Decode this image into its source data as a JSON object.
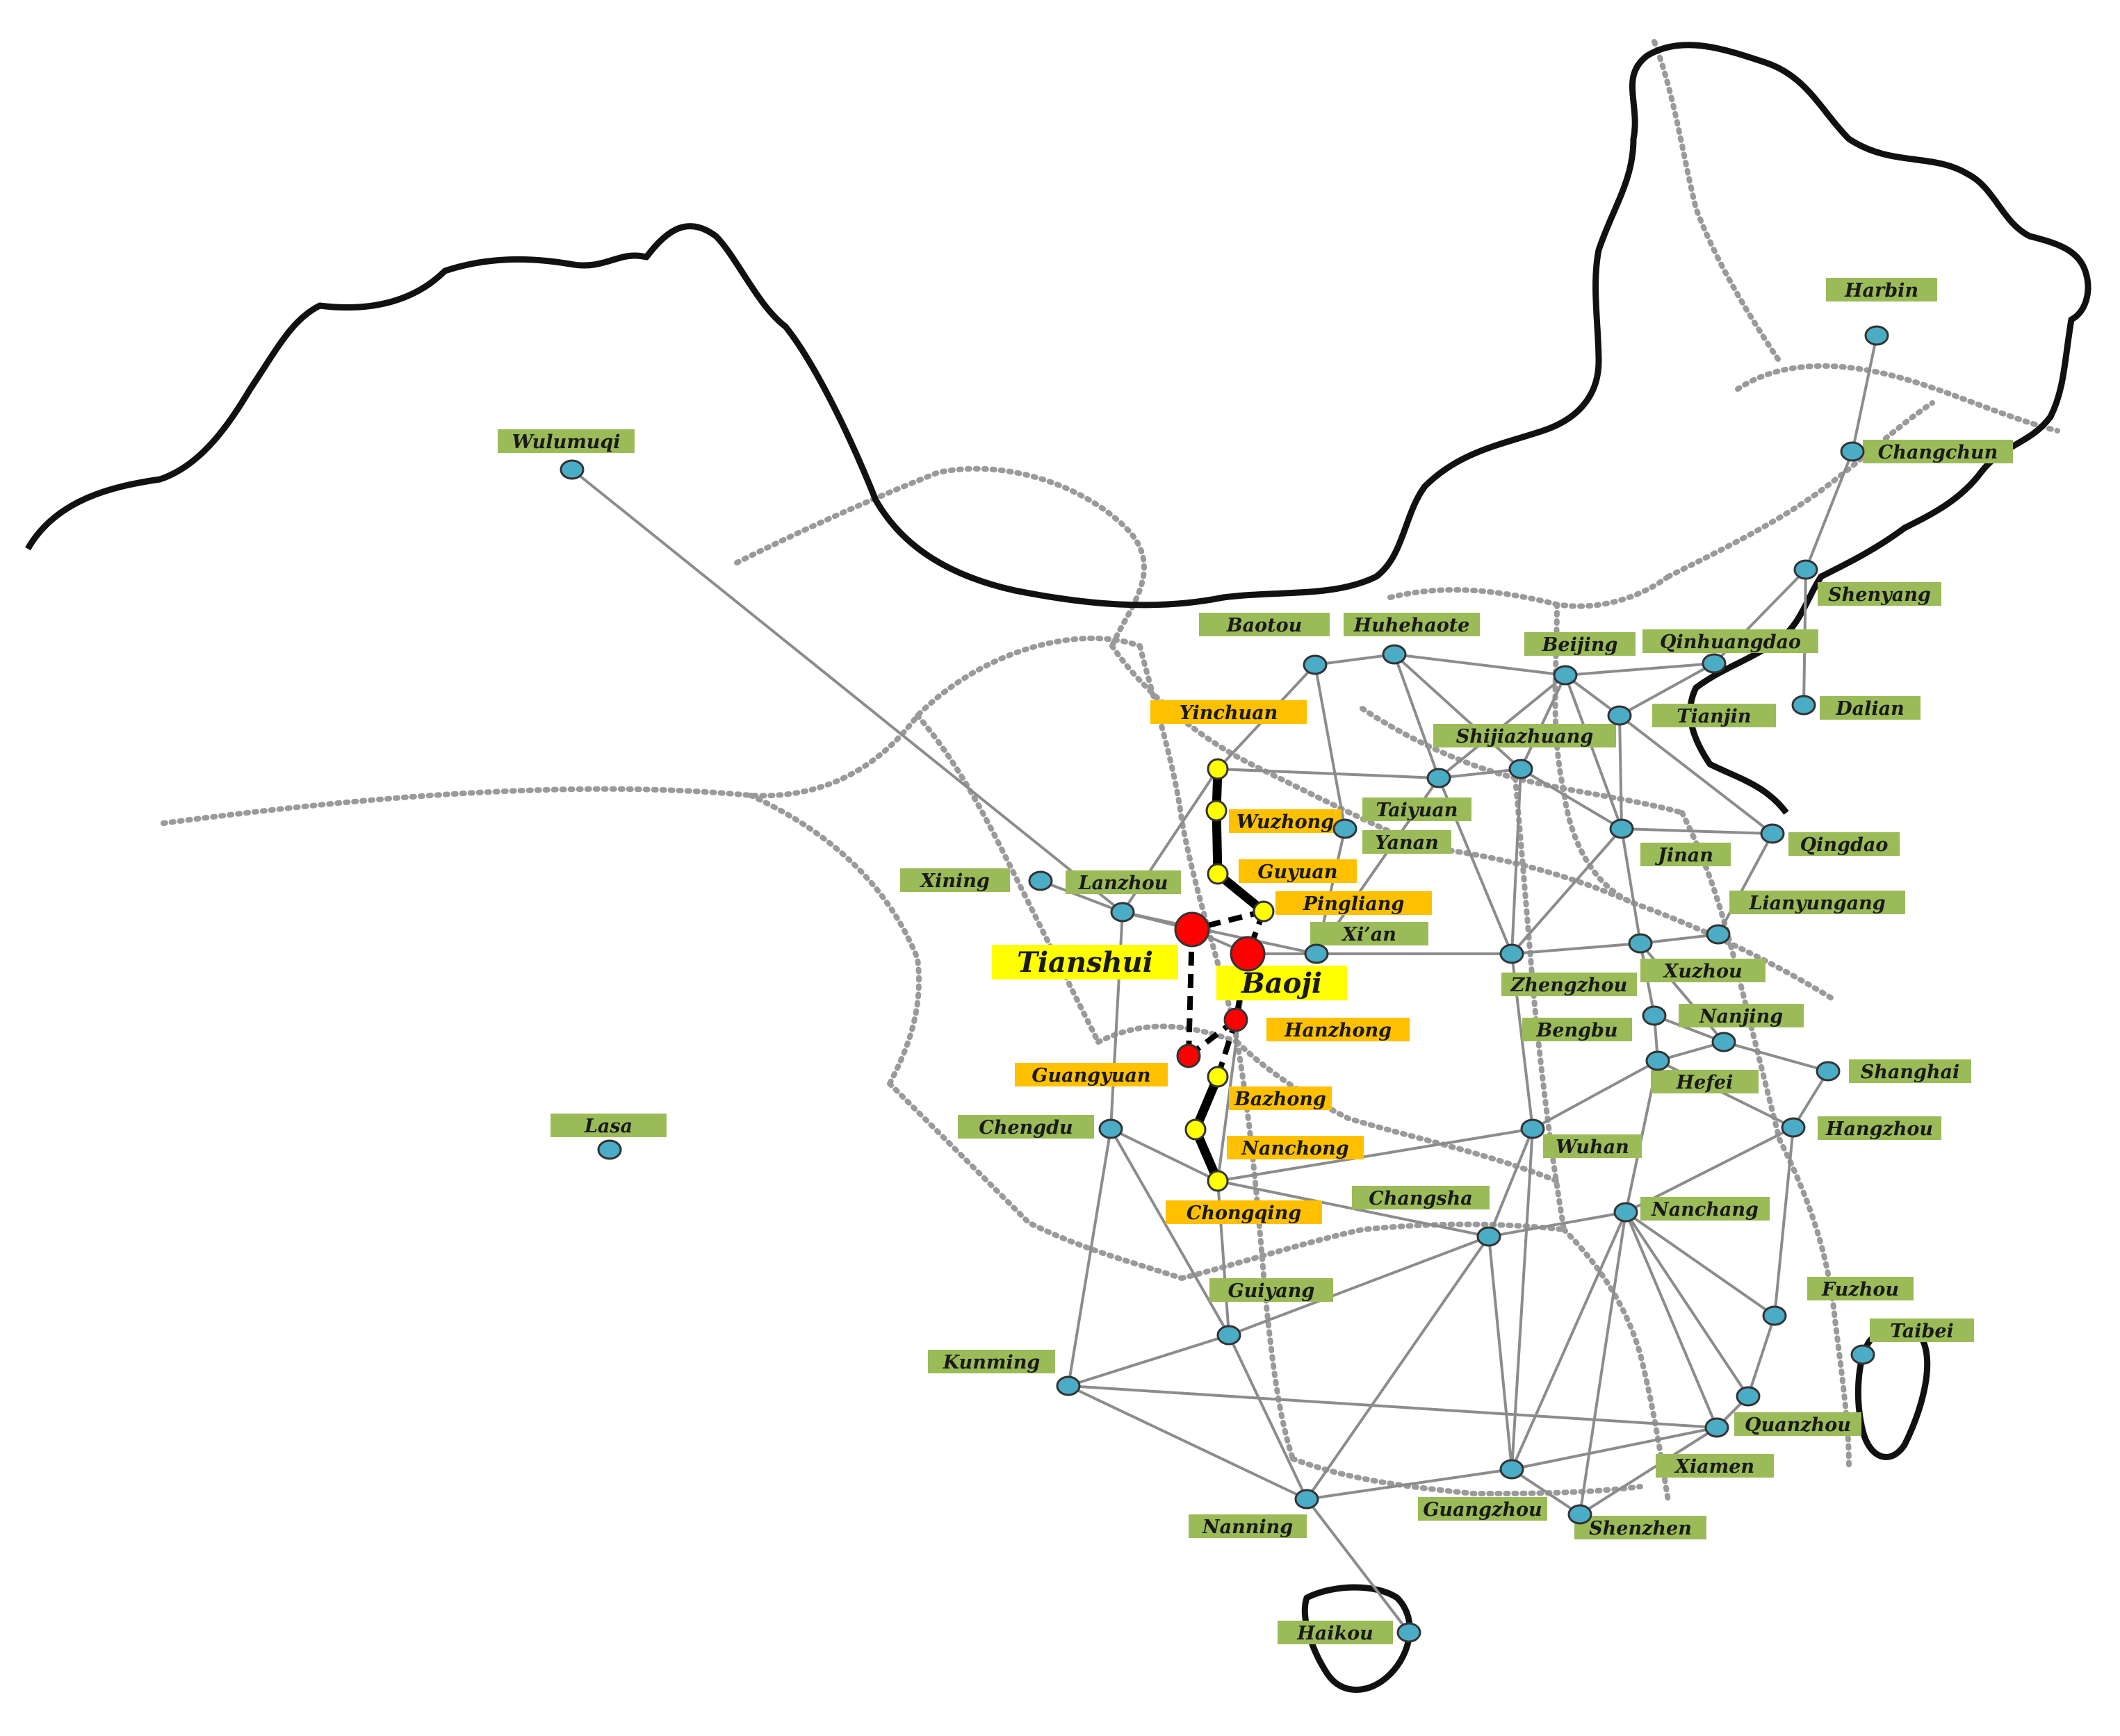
{
  "colors": {
    "city_label_bg": "#9bbb59",
    "highlight_label_bg": "#ffc000",
    "focus_label_bg": "#ffff00",
    "city_node": "#4bacc6",
    "highlight_node": "#ffff00",
    "focus_node": "#ff0000",
    "rail_line": "#8c8c8c",
    "border": "#111111",
    "province_border": "#9a9a9a"
  },
  "cities": [
    {
      "id": "harbin",
      "label": "Harbin",
      "kind": "city"
    },
    {
      "id": "changchun",
      "label": "Changchun",
      "kind": "city"
    },
    {
      "id": "shenyang",
      "label": "Shenyang",
      "kind": "city"
    },
    {
      "id": "dalian",
      "label": "Dalian",
      "kind": "city"
    },
    {
      "id": "wulumuqi",
      "label": "Wulumuqi",
      "kind": "city"
    },
    {
      "id": "baotou",
      "label": "Baotou",
      "kind": "city"
    },
    {
      "id": "huhehaote",
      "label": "Huhehaote",
      "kind": "city"
    },
    {
      "id": "beijing",
      "label": "Beijing",
      "kind": "city"
    },
    {
      "id": "qinhuangdao",
      "label": "Qinhuangdao",
      "kind": "city"
    },
    {
      "id": "tianjin",
      "label": "Tianjin",
      "kind": "city"
    },
    {
      "id": "shijiazhuang",
      "label": "Shijiazhuang",
      "kind": "city"
    },
    {
      "id": "taiyuan",
      "label": "Taiyuan",
      "kind": "city"
    },
    {
      "id": "yanan",
      "label": "Yanan",
      "kind": "city"
    },
    {
      "id": "jinan",
      "label": "Jinan",
      "kind": "city"
    },
    {
      "id": "qingdao",
      "label": "Qingdao",
      "kind": "city"
    },
    {
      "id": "xining",
      "label": "Xining",
      "kind": "city"
    },
    {
      "id": "lanzhou",
      "label": "Lanzhou",
      "kind": "city"
    },
    {
      "id": "xian",
      "label": "Xi’an",
      "kind": "city"
    },
    {
      "id": "lianyungang",
      "label": "Lianyungang",
      "kind": "city"
    },
    {
      "id": "zhengzhou",
      "label": "Zhengzhou",
      "kind": "city"
    },
    {
      "id": "xuzhou",
      "label": "Xuzhou",
      "kind": "city"
    },
    {
      "id": "bengbu",
      "label": "Bengbu",
      "kind": "city"
    },
    {
      "id": "nanjing",
      "label": "Nanjing",
      "kind": "city"
    },
    {
      "id": "shanghai",
      "label": "Shanghai",
      "kind": "city"
    },
    {
      "id": "hefei",
      "label": "Hefei",
      "kind": "city"
    },
    {
      "id": "hangzhou",
      "label": "Hangzhou",
      "kind": "city"
    },
    {
      "id": "chengdu",
      "label": "Chengdu",
      "kind": "city"
    },
    {
      "id": "wuhan",
      "label": "Wuhan",
      "kind": "city"
    },
    {
      "id": "lasa",
      "label": "Lasa",
      "kind": "city"
    },
    {
      "id": "changsha",
      "label": "Changsha",
      "kind": "city"
    },
    {
      "id": "nanchang",
      "label": "Nanchang",
      "kind": "city"
    },
    {
      "id": "guiyang",
      "label": "Guiyang",
      "kind": "city"
    },
    {
      "id": "fuzhou",
      "label": "Fuzhou",
      "kind": "city"
    },
    {
      "id": "taibei",
      "label": "Taibei",
      "kind": "city"
    },
    {
      "id": "kunming",
      "label": "Kunming",
      "kind": "city"
    },
    {
      "id": "quanzhou",
      "label": "Quanzhou",
      "kind": "city"
    },
    {
      "id": "xiamen",
      "label": "Xiamen",
      "kind": "city"
    },
    {
      "id": "guangzhou",
      "label": "Guangzhou",
      "kind": "city"
    },
    {
      "id": "shenzhen",
      "label": "Shenzhen",
      "kind": "city"
    },
    {
      "id": "nanning",
      "label": "Nanning",
      "kind": "city"
    },
    {
      "id": "haikou",
      "label": "Haikou",
      "kind": "city"
    },
    {
      "id": "yinchuan",
      "label": "Yinchuan",
      "kind": "highlight"
    },
    {
      "id": "wuzhong",
      "label": "Wuzhong",
      "kind": "highlight"
    },
    {
      "id": "guyuan",
      "label": "Guyuan",
      "kind": "highlight"
    },
    {
      "id": "pingliang",
      "label": "Pingliang",
      "kind": "highlight"
    },
    {
      "id": "hanzhong",
      "label": "Hanzhong",
      "kind": "focus-small"
    },
    {
      "id": "guangyuan",
      "label": "Guangyuan",
      "kind": "focus-small"
    },
    {
      "id": "bazhong",
      "label": "Bazhong",
      "kind": "highlight"
    },
    {
      "id": "nanchong",
      "label": "Nanchong",
      "kind": "highlight"
    },
    {
      "id": "chongqing",
      "label": "Chongqing",
      "kind": "highlight"
    },
    {
      "id": "tianshui",
      "label": "Tianshui",
      "kind": "focus"
    },
    {
      "id": "baoji",
      "label": "Baoji",
      "kind": "focus"
    }
  ],
  "rail_links": [
    [
      "harbin",
      "changchun"
    ],
    [
      "changchun",
      "shenyang"
    ],
    [
      "shenyang",
      "dalian"
    ],
    [
      "shenyang",
      "qinhuangdao"
    ],
    [
      "qinhuangdao",
      "beijing"
    ],
    [
      "qinhuangdao",
      "tianjin"
    ],
    [
      "beijing",
      "tianjin"
    ],
    [
      "beijing",
      "huhehaote"
    ],
    [
      "huhehaote",
      "baotou"
    ],
    [
      "huhehaote",
      "taiyuan"
    ],
    [
      "huhehaote",
      "shijiazhuang"
    ],
    [
      "baotou",
      "yinchuan"
    ],
    [
      "baotou",
      "yanan"
    ],
    [
      "beijing",
      "shijiazhuang"
    ],
    [
      "beijing",
      "taiyuan"
    ],
    [
      "beijing",
      "jinan"
    ],
    [
      "tianjin",
      "jinan"
    ],
    [
      "tianjin",
      "qingdao"
    ],
    [
      "shijiazhuang",
      "taiyuan"
    ],
    [
      "shijiazhuang",
      "zhengzhou"
    ],
    [
      "shijiazhuang",
      "jinan"
    ],
    [
      "taiyuan",
      "yinchuan"
    ],
    [
      "taiyuan",
      "xian"
    ],
    [
      "taiyuan",
      "zhengzhou"
    ],
    [
      "jinan",
      "qingdao"
    ],
    [
      "jinan",
      "zhengzhou"
    ],
    [
      "jinan",
      "xuzhou"
    ],
    [
      "qingdao",
      "lianyungang"
    ],
    [
      "wulumuqi",
      "lanzhou"
    ],
    [
      "xining",
      "lanzhou"
    ],
    [
      "lanzhou",
      "yinchuan"
    ],
    [
      "lanzhou",
      "tianshui"
    ],
    [
      "lanzhou",
      "chengdu"
    ],
    [
      "lanzhou",
      "xian"
    ],
    [
      "tianshui",
      "baoji"
    ],
    [
      "baoji",
      "xian"
    ],
    [
      "xian",
      "zhengzhou"
    ],
    [
      "xian",
      "yanan"
    ],
    [
      "zhengzhou",
      "xuzhou"
    ],
    [
      "zhengzhou",
      "wuhan"
    ],
    [
      "xuzhou",
      "lianyungang"
    ],
    [
      "xuzhou",
      "nanjing"
    ],
    [
      "xuzhou",
      "bengbu"
    ],
    [
      "bengbu",
      "nanjing"
    ],
    [
      "bengbu",
      "hefei"
    ],
    [
      "nanjing",
      "shanghai"
    ],
    [
      "nanjing",
      "hefei"
    ],
    [
      "shanghai",
      "hangzhou"
    ],
    [
      "hefei",
      "wuhan"
    ],
    [
      "hefei",
      "nanchang"
    ],
    [
      "hangzhou",
      "nanchang"
    ],
    [
      "hangzhou",
      "fuzhou"
    ],
    [
      "chengdu",
      "chongqing"
    ],
    [
      "chengdu",
      "guiyang"
    ],
    [
      "chengdu",
      "kunming"
    ],
    [
      "chongqing",
      "wuhan"
    ],
    [
      "chongqing",
      "changsha"
    ],
    [
      "chongqing",
      "guiyang"
    ],
    [
      "chongqing",
      "baoji"
    ],
    [
      "wuhan",
      "changsha"
    ],
    [
      "changsha",
      "nanchang"
    ],
    [
      "changsha",
      "guiyang"
    ],
    [
      "changsha",
      "guangzhou"
    ],
    [
      "changsha",
      "nanning"
    ],
    [
      "nanchang",
      "fuzhou"
    ],
    [
      "nanchang",
      "xiamen"
    ],
    [
      "nanchang",
      "quanzhou"
    ],
    [
      "nanchang",
      "shenzhen"
    ],
    [
      "guiyang",
      "kunming"
    ],
    [
      "guiyang",
      "nanning"
    ],
    [
      "kunming",
      "nanning"
    ],
    [
      "kunming",
      "xiamen"
    ],
    [
      "fuzhou",
      "quanzhou"
    ],
    [
      "quanzhou",
      "xiamen"
    ],
    [
      "xiamen",
      "shenzhen"
    ],
    [
      "xiamen",
      "guangzhou"
    ],
    [
      "guangzhou",
      "shenzhen"
    ],
    [
      "guangzhou",
      "nanning"
    ],
    [
      "nanning",
      "haikou"
    ],
    [
      "nanchang",
      "guangzhou"
    ],
    [
      "wuhan",
      "guangzhou"
    ],
    [
      "hefei",
      "hangzhou"
    ]
  ],
  "solid_links": [
    [
      "yinchuan",
      "wuzhong"
    ],
    [
      "wuzhong",
      "guyuan"
    ],
    [
      "guyuan",
      "pingliang"
    ],
    [
      "bazhong",
      "nanchong"
    ],
    [
      "nanchong",
      "chongqing"
    ]
  ],
  "dashed_links": [
    [
      "pingliang",
      "tianshui"
    ],
    [
      "pingliang",
      "baoji"
    ],
    [
      "tianshui",
      "guangyuan"
    ],
    [
      "baoji",
      "hanzhong"
    ],
    [
      "hanzhong",
      "bazhong"
    ],
    [
      "guangyuan",
      "hanzhong"
    ]
  ]
}
